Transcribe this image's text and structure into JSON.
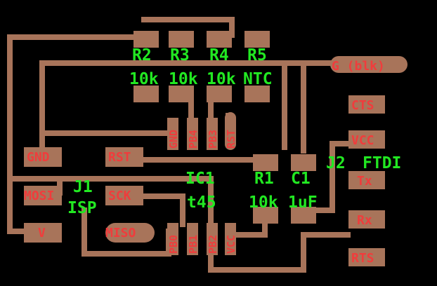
{
  "colors": {
    "background": "#000000",
    "copper": "#a8745a",
    "pad_label": "#f03c3c",
    "silk": "#22e822"
  },
  "components": {
    "R2": {
      "ref": "R2",
      "value": "10k"
    },
    "R3": {
      "ref": "R3",
      "value": "10k"
    },
    "R4": {
      "ref": "R4",
      "value": "10k"
    },
    "R5": {
      "ref": "R5",
      "value": "NTC"
    },
    "R1": {
      "ref": "R1",
      "value": "10k"
    },
    "C1": {
      "ref": "C1",
      "value": "1uF"
    },
    "IC1": {
      "ref": "IC1",
      "value": "t45"
    },
    "J1": {
      "ref": "J1",
      "value": "ISP"
    },
    "J2": {
      "ref": "J2",
      "value": "FTDI"
    }
  },
  "isp_pads": {
    "gnd": "GND",
    "mosi": "MOSI",
    "v": "V",
    "rst": "RST",
    "sck": "SCK",
    "miso": "MISO"
  },
  "ftdi_pads": {
    "g": "G (blk)",
    "cts": "CTS",
    "vcc": "VCC",
    "tx": "Tx",
    "rx": "Rx",
    "rts": "RTS"
  },
  "ic_pins_top": {
    "p1": "GND",
    "p2": "PB4",
    "p3": "PB3",
    "p4": "RST"
  },
  "ic_pins_bottom": {
    "p1": "PB0",
    "p2": "PB1",
    "p3": "PB2",
    "p4": "VCC"
  }
}
